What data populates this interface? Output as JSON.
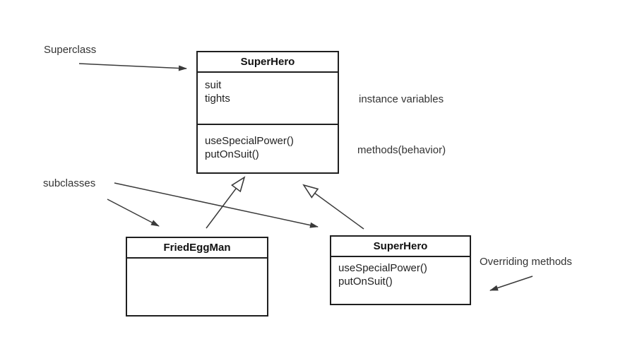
{
  "diagram": {
    "superclass": {
      "title": "SuperHero",
      "fields": [
        "suit",
        "tights"
      ],
      "methods": [
        "useSpecialPower()",
        "putOnSuit()"
      ]
    },
    "subclass_left": {
      "title": "FriedEggMan"
    },
    "subclass_right": {
      "title": "SuperHero",
      "methods": [
        "useSpecialPower()",
        "putOnSuit()"
      ]
    },
    "annotations": {
      "superclass": "Superclass",
      "instance_variables": "instance variables",
      "methods_behavior": "methods(behavior)",
      "subclasses": "subclasses",
      "overriding_methods": "Overriding methods"
    },
    "colors": {
      "background": "#ffffff",
      "line": "#3a3a3a",
      "box_border": "#1f1f1f",
      "text": "#333333"
    }
  }
}
